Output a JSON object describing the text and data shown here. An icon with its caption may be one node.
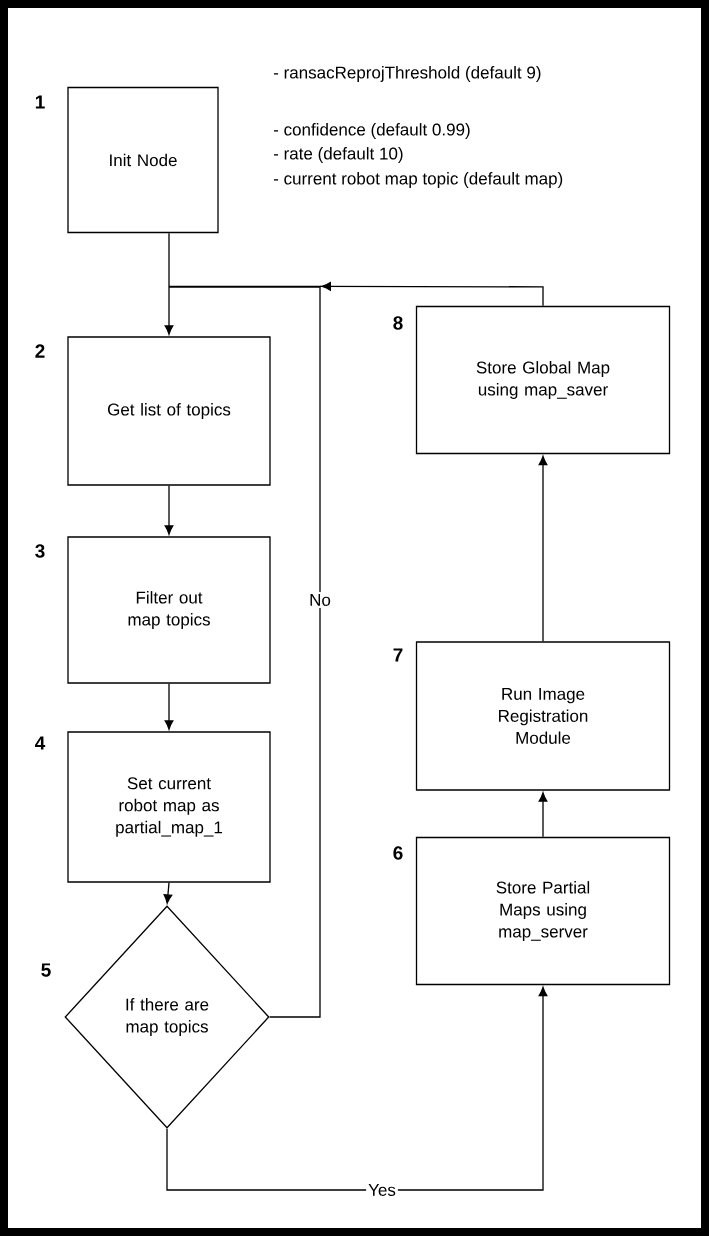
{
  "diagram": {
    "nodes": [
      {
        "text": [
          "Init Node"
        ],
        "beside": [
          "1",
          "- ransacReprojThreshold (default 9)",
          "- confidence (default 0.99)",
          "-  rate (default 10)",
          "-  current robot map topic (default map)"
        ]
      },
      {
        "text": [
          "Get list of topics"
        ],
        "beside": [
          "2"
        ]
      },
      {
        "text": [
          "Filter out map topics"
        ],
        "beside": [
          "3"
        ]
      },
      {
        "text": [
          "Set current robot map as partial_map_1"
        ],
        "beside": [
          "4"
        ]
      },
      {
        "text": [
          "If there are map topics"
        ],
        "beside": [
          "5"
        ]
      },
      {
        "text": [
          "Store Partial Maps using map_server"
        ],
        "beside": [
          "6"
        ]
      },
      {
        "text": [
          "Run Image Registration Module"
        ],
        "beside": [
          "7"
        ]
      },
      {
        "text": [
          "Store Global Map using map_saver"
        ],
        "beside": [
          "8"
        ]
      }
    ],
    "edges": [
      {
        "from": 0,
        "to": 1,
        "arrow": "to"
      },
      {
        "from": 1,
        "to": 2,
        "arrow": "to"
      },
      {
        "from": 2,
        "to": 3,
        "arrow": "to"
      },
      {
        "from": 3,
        "to": 4,
        "arrow": "to"
      },
      {
        "from": 4,
        "to": 1,
        "arrow": "to",
        "label": "No"
      },
      {
        "from": 4,
        "to": 5,
        "arrow": "to",
        "label": "Yes"
      },
      {
        "from": 5,
        "to": 6,
        "arrow": "to"
      },
      {
        "from": 6,
        "to": 7,
        "arrow": "to"
      },
      {
        "from": 7,
        "to": 1,
        "arrow": "to"
      }
    ]
  }
}
